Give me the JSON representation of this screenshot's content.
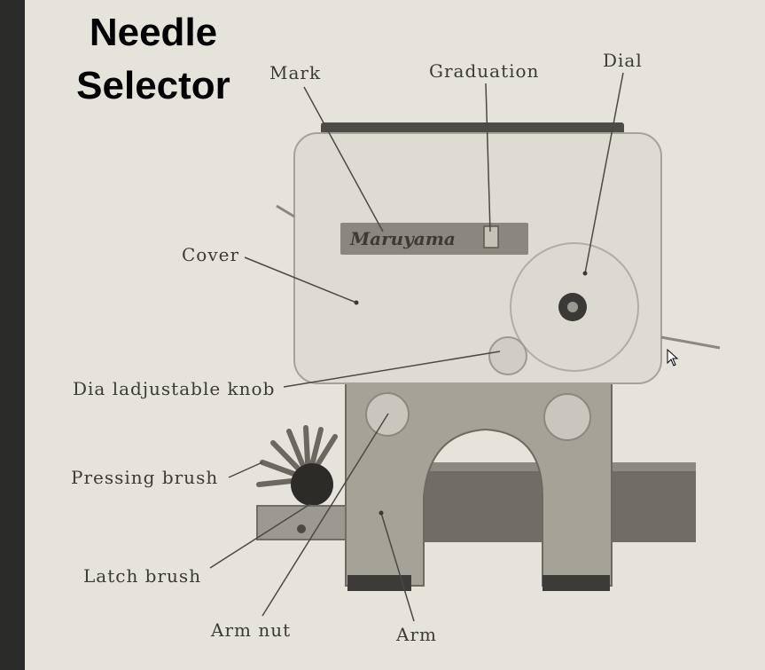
{
  "title": {
    "line1": "Needle",
    "line2": "Selector"
  },
  "labels": {
    "mark": "Mark",
    "graduation": "Graduation",
    "dial": "Dial",
    "cover": "Cover",
    "dial_knob": "Dia ladjustable knob",
    "pressing_brush": "Pressing brush",
    "latch_brush": "Latch brush",
    "arm_nut": "Arm nut",
    "arm": "Arm"
  },
  "brand_plate_text": "Maruyama",
  "colors": {
    "paper": "#e6e4da",
    "cover": "#dedcd2",
    "plate": "#8a877e",
    "metal": "#8e8c82",
    "ink": "#3a3a36"
  }
}
